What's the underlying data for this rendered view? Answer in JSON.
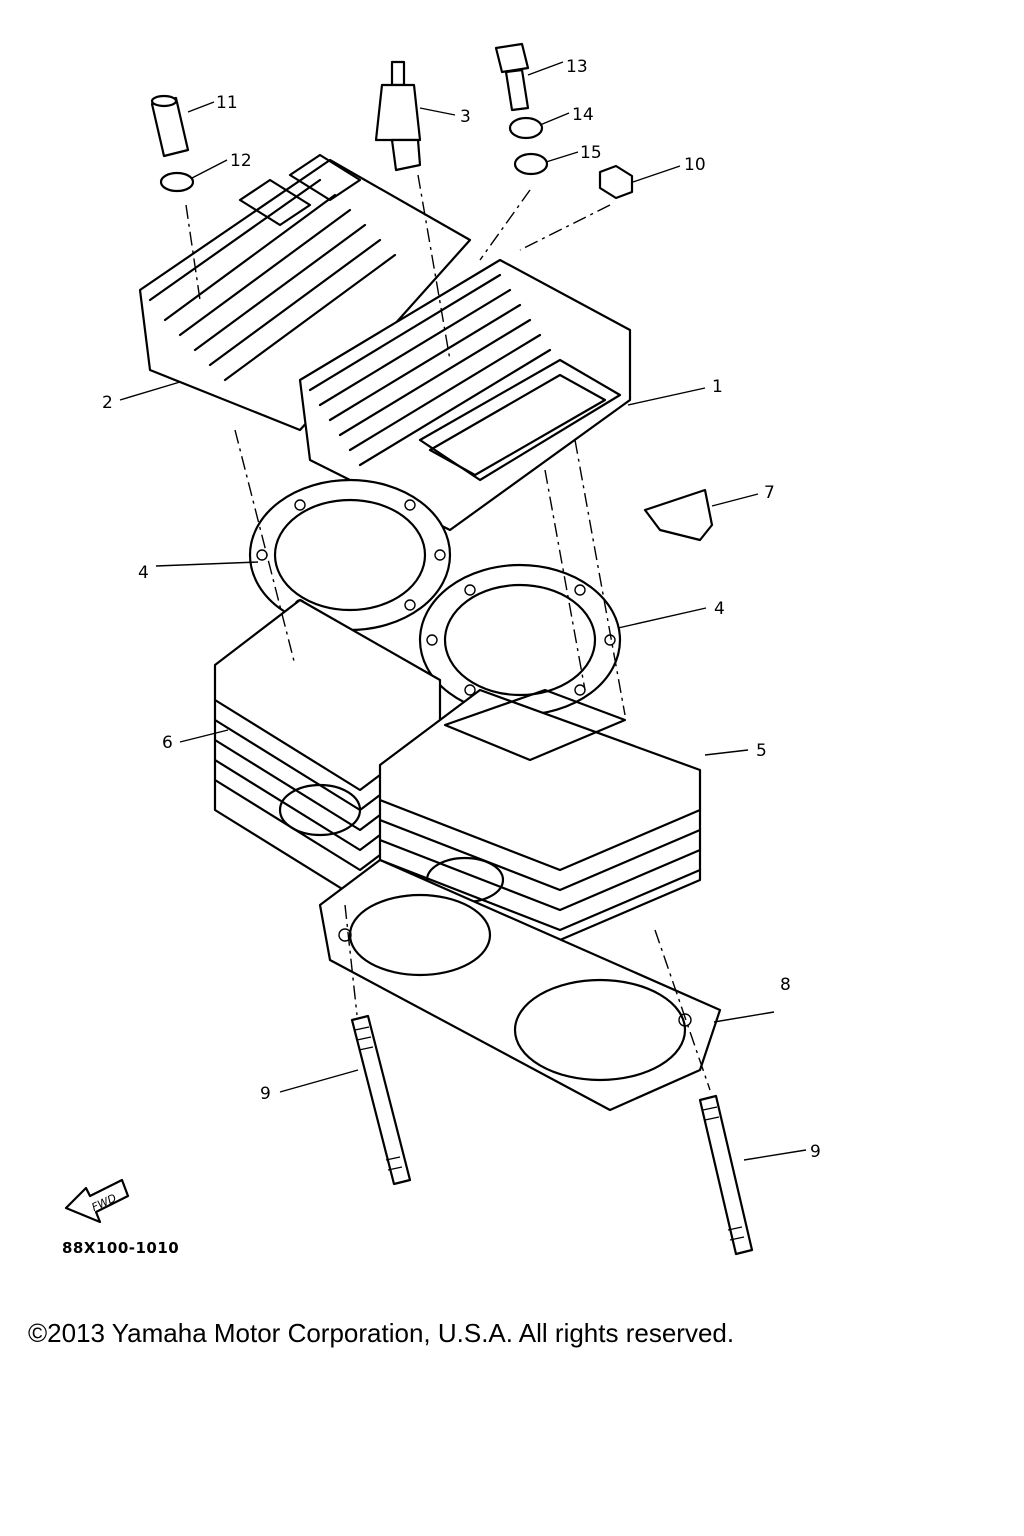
{
  "callouts": [
    {
      "id": "1",
      "label": "1"
    },
    {
      "id": "2",
      "label": "2"
    },
    {
      "id": "3",
      "label": "3"
    },
    {
      "id": "4a",
      "label": "4"
    },
    {
      "id": "4b",
      "label": "4"
    },
    {
      "id": "5",
      "label": "5"
    },
    {
      "id": "6",
      "label": "6"
    },
    {
      "id": "7",
      "label": "7"
    },
    {
      "id": "8",
      "label": "8"
    },
    {
      "id": "9a",
      "label": "9"
    },
    {
      "id": "9b",
      "label": "9"
    },
    {
      "id": "10",
      "label": "10"
    },
    {
      "id": "11",
      "label": "11"
    },
    {
      "id": "12",
      "label": "12"
    },
    {
      "id": "13",
      "label": "13"
    },
    {
      "id": "14",
      "label": "14"
    },
    {
      "id": "15",
      "label": "15"
    }
  ],
  "fwd_label": "FWD",
  "diagram_code": "88X100-1010",
  "copyright": "©2013 Yamaha Motor Corporation, U.S.A. All rights reserved."
}
